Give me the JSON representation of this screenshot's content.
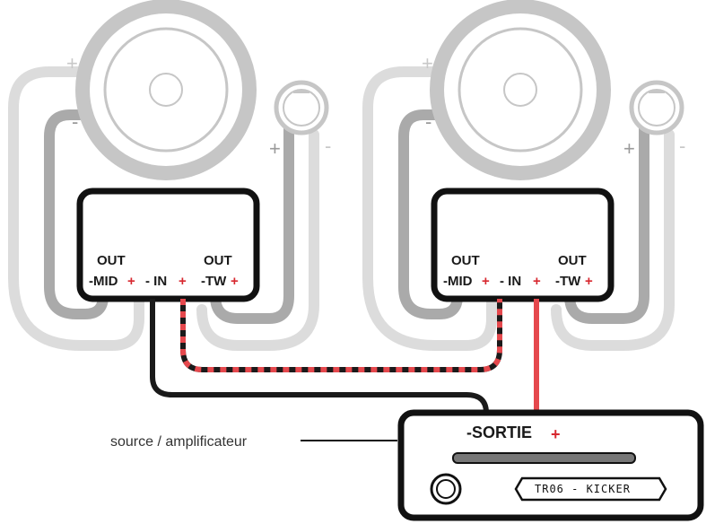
{
  "crossovers": [
    {
      "out_label_1": "OUT",
      "out_label_2": "OUT",
      "mid_minus": "-MID",
      "mid_plus": "+",
      "in_minus": "- IN",
      "in_plus": "+",
      "tw_minus": "-TW",
      "tw_plus": "+"
    },
    {
      "out_label_1": "OUT",
      "out_label_2": "OUT",
      "mid_minus": "-MID",
      "mid_plus": "+",
      "in_minus": "- IN",
      "in_plus": "+",
      "tw_minus": "-TW",
      "tw_plus": "+"
    }
  ],
  "speaker_signs": {
    "woofer_plus": "+",
    "woofer_minus": "-",
    "tweeter_plus": "+",
    "tweeter_minus": "-"
  },
  "head_unit": {
    "output_label": "-SORTIE",
    "output_plus": "+",
    "display_text": "TR06 - KICKER"
  },
  "source_label": "source / amplificateur",
  "colors": {
    "wire_light": "#d9d9d9",
    "wire_mid": "#b3b3b3",
    "wire_dark": "#1a1a1a",
    "wire_red": "#e5484d",
    "accent_plus": "#d7282f"
  }
}
